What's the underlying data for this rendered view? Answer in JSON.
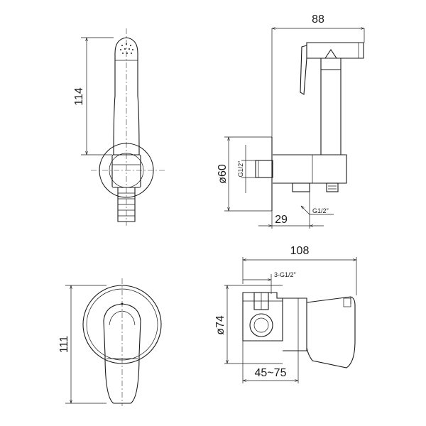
{
  "dimensions": {
    "top_side_width": "88",
    "handset_height": "114",
    "flange_diameter": "ø60",
    "thread_vertical": "G1/2\"",
    "wall_depth": "29",
    "thread_outlet": "G1/2\"",
    "valve_width": "108",
    "valve_threads": "3-G1/2\"",
    "valve_diameter": "ø74",
    "valve_height": "111",
    "install_depth": "45~75"
  }
}
